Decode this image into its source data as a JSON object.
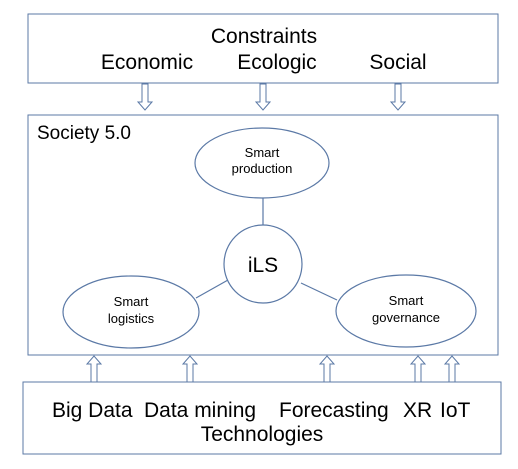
{
  "constraints": {
    "title": "Constraints",
    "items": [
      "Economic",
      "Ecologic",
      "Social"
    ]
  },
  "society": {
    "label": "Society 5.0",
    "center": "iLS",
    "nodes": {
      "production": [
        "Smart",
        "production"
      ],
      "logistics": [
        "Smart",
        "logistics"
      ],
      "governance": [
        "Smart",
        "governance"
      ]
    }
  },
  "technologies": {
    "items": [
      "Big Data",
      "Data mining",
      "Forecasting",
      "XR",
      "IoT"
    ],
    "title": "Technologies"
  },
  "colors": {
    "stroke": "#5b79a6",
    "arrow": "#5b79a6",
    "text": "#000000"
  }
}
